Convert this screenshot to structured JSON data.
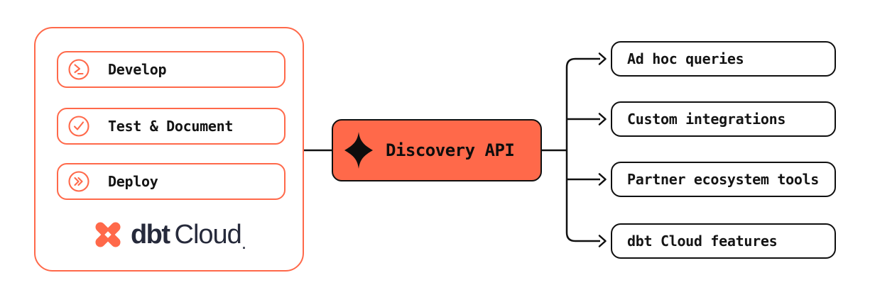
{
  "colors": {
    "brand_orange": "#FF694A",
    "brand_navy": "#262A3B",
    "line_black": "#101010",
    "background": "#FFFFFF"
  },
  "dbt_panel": {
    "steps": [
      {
        "label": "Develop",
        "icon": "terminal-prompt-icon"
      },
      {
        "label": "Test & Document",
        "icon": "checkmark-icon"
      },
      {
        "label": "Deploy",
        "icon": "double-chevron-icon"
      }
    ],
    "logo": {
      "bold_text": "dbt",
      "light_text": "Cloud",
      "trademark": "."
    }
  },
  "api_node": {
    "label": "Discovery API",
    "icon": "sparkle-icon"
  },
  "outputs": [
    {
      "label": "Ad hoc queries"
    },
    {
      "label": "Custom integrations"
    },
    {
      "label": "Partner ecosystem tools"
    },
    {
      "label": "dbt Cloud features"
    }
  ]
}
